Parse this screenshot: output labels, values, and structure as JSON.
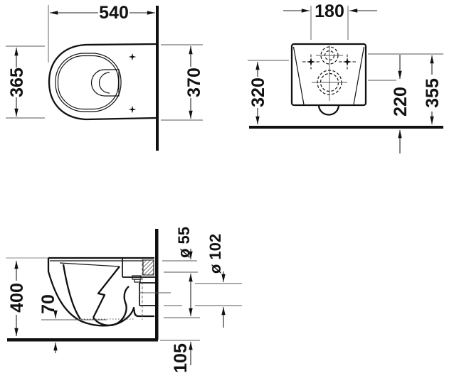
{
  "drawing": {
    "colors": {
      "background": "#ffffff",
      "line": "#111111"
    },
    "plan_view": {
      "width": "540",
      "bowl_width": "365",
      "depth": "370"
    },
    "front_view": {
      "fixing_hole_spacing": "180",
      "height_left": "320",
      "outlet_height": "220",
      "inlet_height": "355"
    },
    "side_view": {
      "overall_height": "400",
      "bowl_bottom_height": "70",
      "underside_clearance": "105",
      "inlet_diameter": "ø 55",
      "outlet_diameter": "ø 102"
    }
  }
}
